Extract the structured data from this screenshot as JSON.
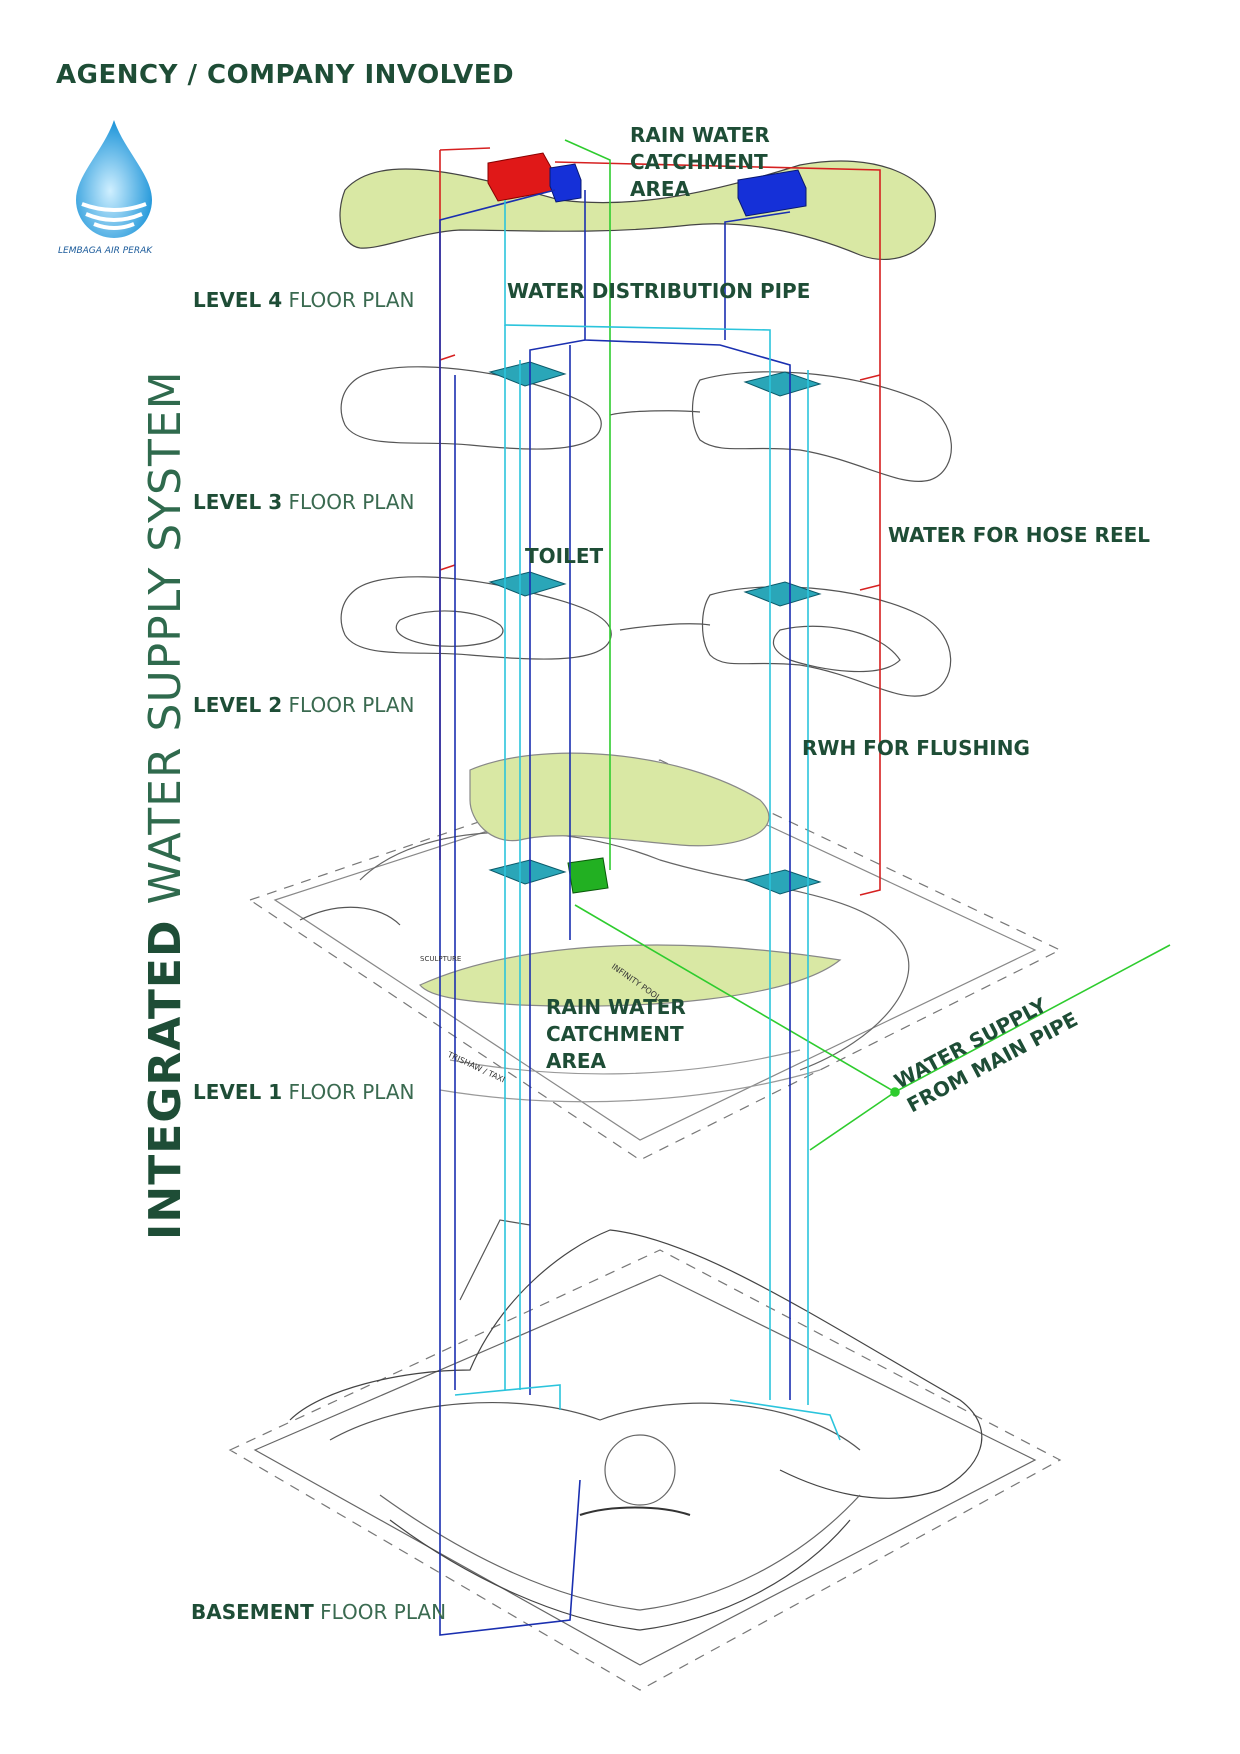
{
  "header": {
    "title": "AGENCY / COMPANY INVOLVED"
  },
  "logo": {
    "caption": "LEMBAGA AIR PERAK",
    "icon": "water-drop-icon"
  },
  "vertical_title": {
    "bold": "INTEGRATED",
    "rest": "WATER SUPPLY SYSTEM"
  },
  "floors": [
    {
      "bold": "LEVEL 4",
      "rest": "FLOOR PLAN"
    },
    {
      "bold": "LEVEL 3",
      "rest": "FLOOR PLAN"
    },
    {
      "bold": "LEVEL 2",
      "rest": "FLOOR PLAN"
    },
    {
      "bold": "LEVEL 1",
      "rest": "FLOOR PLAN"
    },
    {
      "bold": "BASEMENT",
      "rest": "FLOOR PLAN"
    }
  ],
  "callouts": {
    "rain_top": [
      "RAIN WATER",
      "CATCHMENT",
      "AREA"
    ],
    "distribution": "WATER DISTRIBUTION PIPE",
    "toilet": "TOILET",
    "hose_reel": "WATER FOR HOSE REEL",
    "rwh": "RWH FOR FLUSHING",
    "rain_bottom": [
      "RAIN WATER",
      "CATCHMENT",
      "AREA"
    ],
    "main_supply": [
      "WATER SUPPLY",
      "FROM MAIN PIPE"
    ]
  },
  "plan_text": {
    "infinity_pool": "INFINITY POOL",
    "sculpture": "SCULPTURE",
    "trishaw": "TRISHAW / TAXI"
  },
  "colors": {
    "text_green": "#1e4d36",
    "pipe_red": "#d62020",
    "pipe_blue": "#1a2fb0",
    "pipe_cyan": "#2bc4dc",
    "pipe_green": "#2ecc2e",
    "roof_green": "#d9e8a4",
    "tank_red": "#e01818",
    "tank_blue": "#1530d8"
  }
}
